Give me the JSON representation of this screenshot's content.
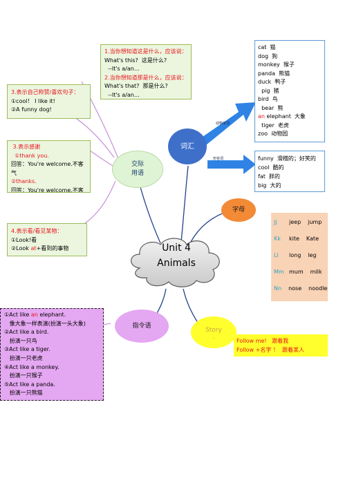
{
  "center": {
    "line1": "Unit 4",
    "line2": "Animals"
  },
  "nodes": {
    "jiaoji": "交际\n用语",
    "cihui": "词汇",
    "zimu": "字母",
    "zhiling": "指令语",
    "story": "Story",
    "story_dot": "."
  },
  "arrows": {
    "upper": "动物单词",
    "lower": "形容词"
  },
  "box_greetings_q": {
    "lines": [
      {
        "text": "1.当你想知道这是什么，应该说：",
        "red": true
      },
      {
        "text": "What's this?  这是什么?",
        "red": false
      },
      {
        "text": "  --It's a/an…",
        "red": false
      },
      {
        "text": "2.当你想知道那是什么，应该说：",
        "red": true
      },
      {
        "text": "What's that?  那是什么?",
        "red": false
      },
      {
        "text": "  --It's a/an…",
        "red": false
      }
    ]
  },
  "box_praise": {
    "lines": [
      {
        "text": "3.表示自己称赞/喜欢句子：",
        "red": true
      },
      {
        "text": "①cool！ I like it!",
        "red": false
      },
      {
        "text": "②A funny dog!",
        "red": false
      }
    ]
  },
  "box_thanks": {
    "lines": [
      {
        "text": " 3.表示感谢",
        "red": true
      },
      {
        "text": "  ①thank you.",
        "red": true
      },
      {
        "text": "回答：You're welcome.不客",
        "red": false
      },
      {
        "text": "气",
        "red": false
      },
      {
        "text": "②thanks.",
        "red": true
      },
      {
        "text": "回答：You're welcome.不客",
        "red": false
      }
    ]
  },
  "box_look": {
    "lines": [
      {
        "text": "4.表示看/看见某物：",
        "red": true
      },
      {
        "text": "①Look!看",
        "red": false
      },
      {
        "text": "②Look at+看到的事物",
        "red": false,
        "red_part": "at"
      }
    ]
  },
  "box_animals": {
    "lines": [
      {
        "text": "cat  猫"
      },
      {
        "text": "dog  狗"
      },
      {
        "text": "monkey  猴子"
      },
      {
        "text": "panda  熊猫"
      },
      {
        "text": "duck  鸭子"
      },
      {
        "text": "  pig  猪"
      },
      {
        "text": "bird  鸟"
      },
      {
        "text": "  bear  熊"
      },
      {
        "text": "elephant  大象",
        "prefix": "an "
      },
      {
        "text": "  tiger  老虎"
      },
      {
        "text": "zoo  动物园"
      }
    ]
  },
  "box_adjectives": {
    "lines": [
      {
        "text": "funny  滑稽的；好笑的"
      },
      {
        "text": "cool  酷的"
      },
      {
        "text": "fat  胖的"
      },
      {
        "text": "big  大的"
      }
    ]
  },
  "box_letters": {
    "rows": [
      {
        "letter": "Jj",
        "w1": "jeep",
        "w2": "jump"
      },
      {
        "letter": "Kk",
        "w1": "kite",
        "w2": "Kate"
      },
      {
        "letter": "Ll",
        "w1": "long",
        "w2": "leg"
      },
      {
        "letter": "Mm",
        "w1": "mum",
        "w2": "milk"
      },
      {
        "letter": "Nn",
        "w1": "nose",
        "w2": "noodles"
      }
    ]
  },
  "box_commands": {
    "lines": [
      {
        "text": "①Act like ",
        "red_part": "an",
        "rest": " elephant."
      },
      {
        "text": "   像大象一样表演(扮演一头大象)"
      },
      {
        "text": "②Act like a bird."
      },
      {
        "text": "   扮演一只鸟"
      },
      {
        "text": "③Act like a tiger."
      },
      {
        "text": "   扮演一只老虎"
      },
      {
        "text": "④Act like a monkey."
      },
      {
        "text": "   扮演一只猴子"
      },
      {
        "text": "⑤Act like a panda."
      },
      {
        "text": "   扮演一只熊猫"
      }
    ]
  },
  "box_story": {
    "lines": [
      {
        "text": "Follow me!   跟着我"
      },
      {
        "text": "Follow +名字 ！  跟着某人"
      }
    ]
  },
  "colors": {
    "blue_node": "#3f70c9",
    "arrow_blue": "#2f83e4",
    "orange_node": "#f28a36",
    "yellow_node": "#ffff2e",
    "purple_box": "#e4a7f1",
    "green_node": "#dff4d4",
    "red_text": "#e8141b",
    "branch_line": "#1f3f8c"
  }
}
